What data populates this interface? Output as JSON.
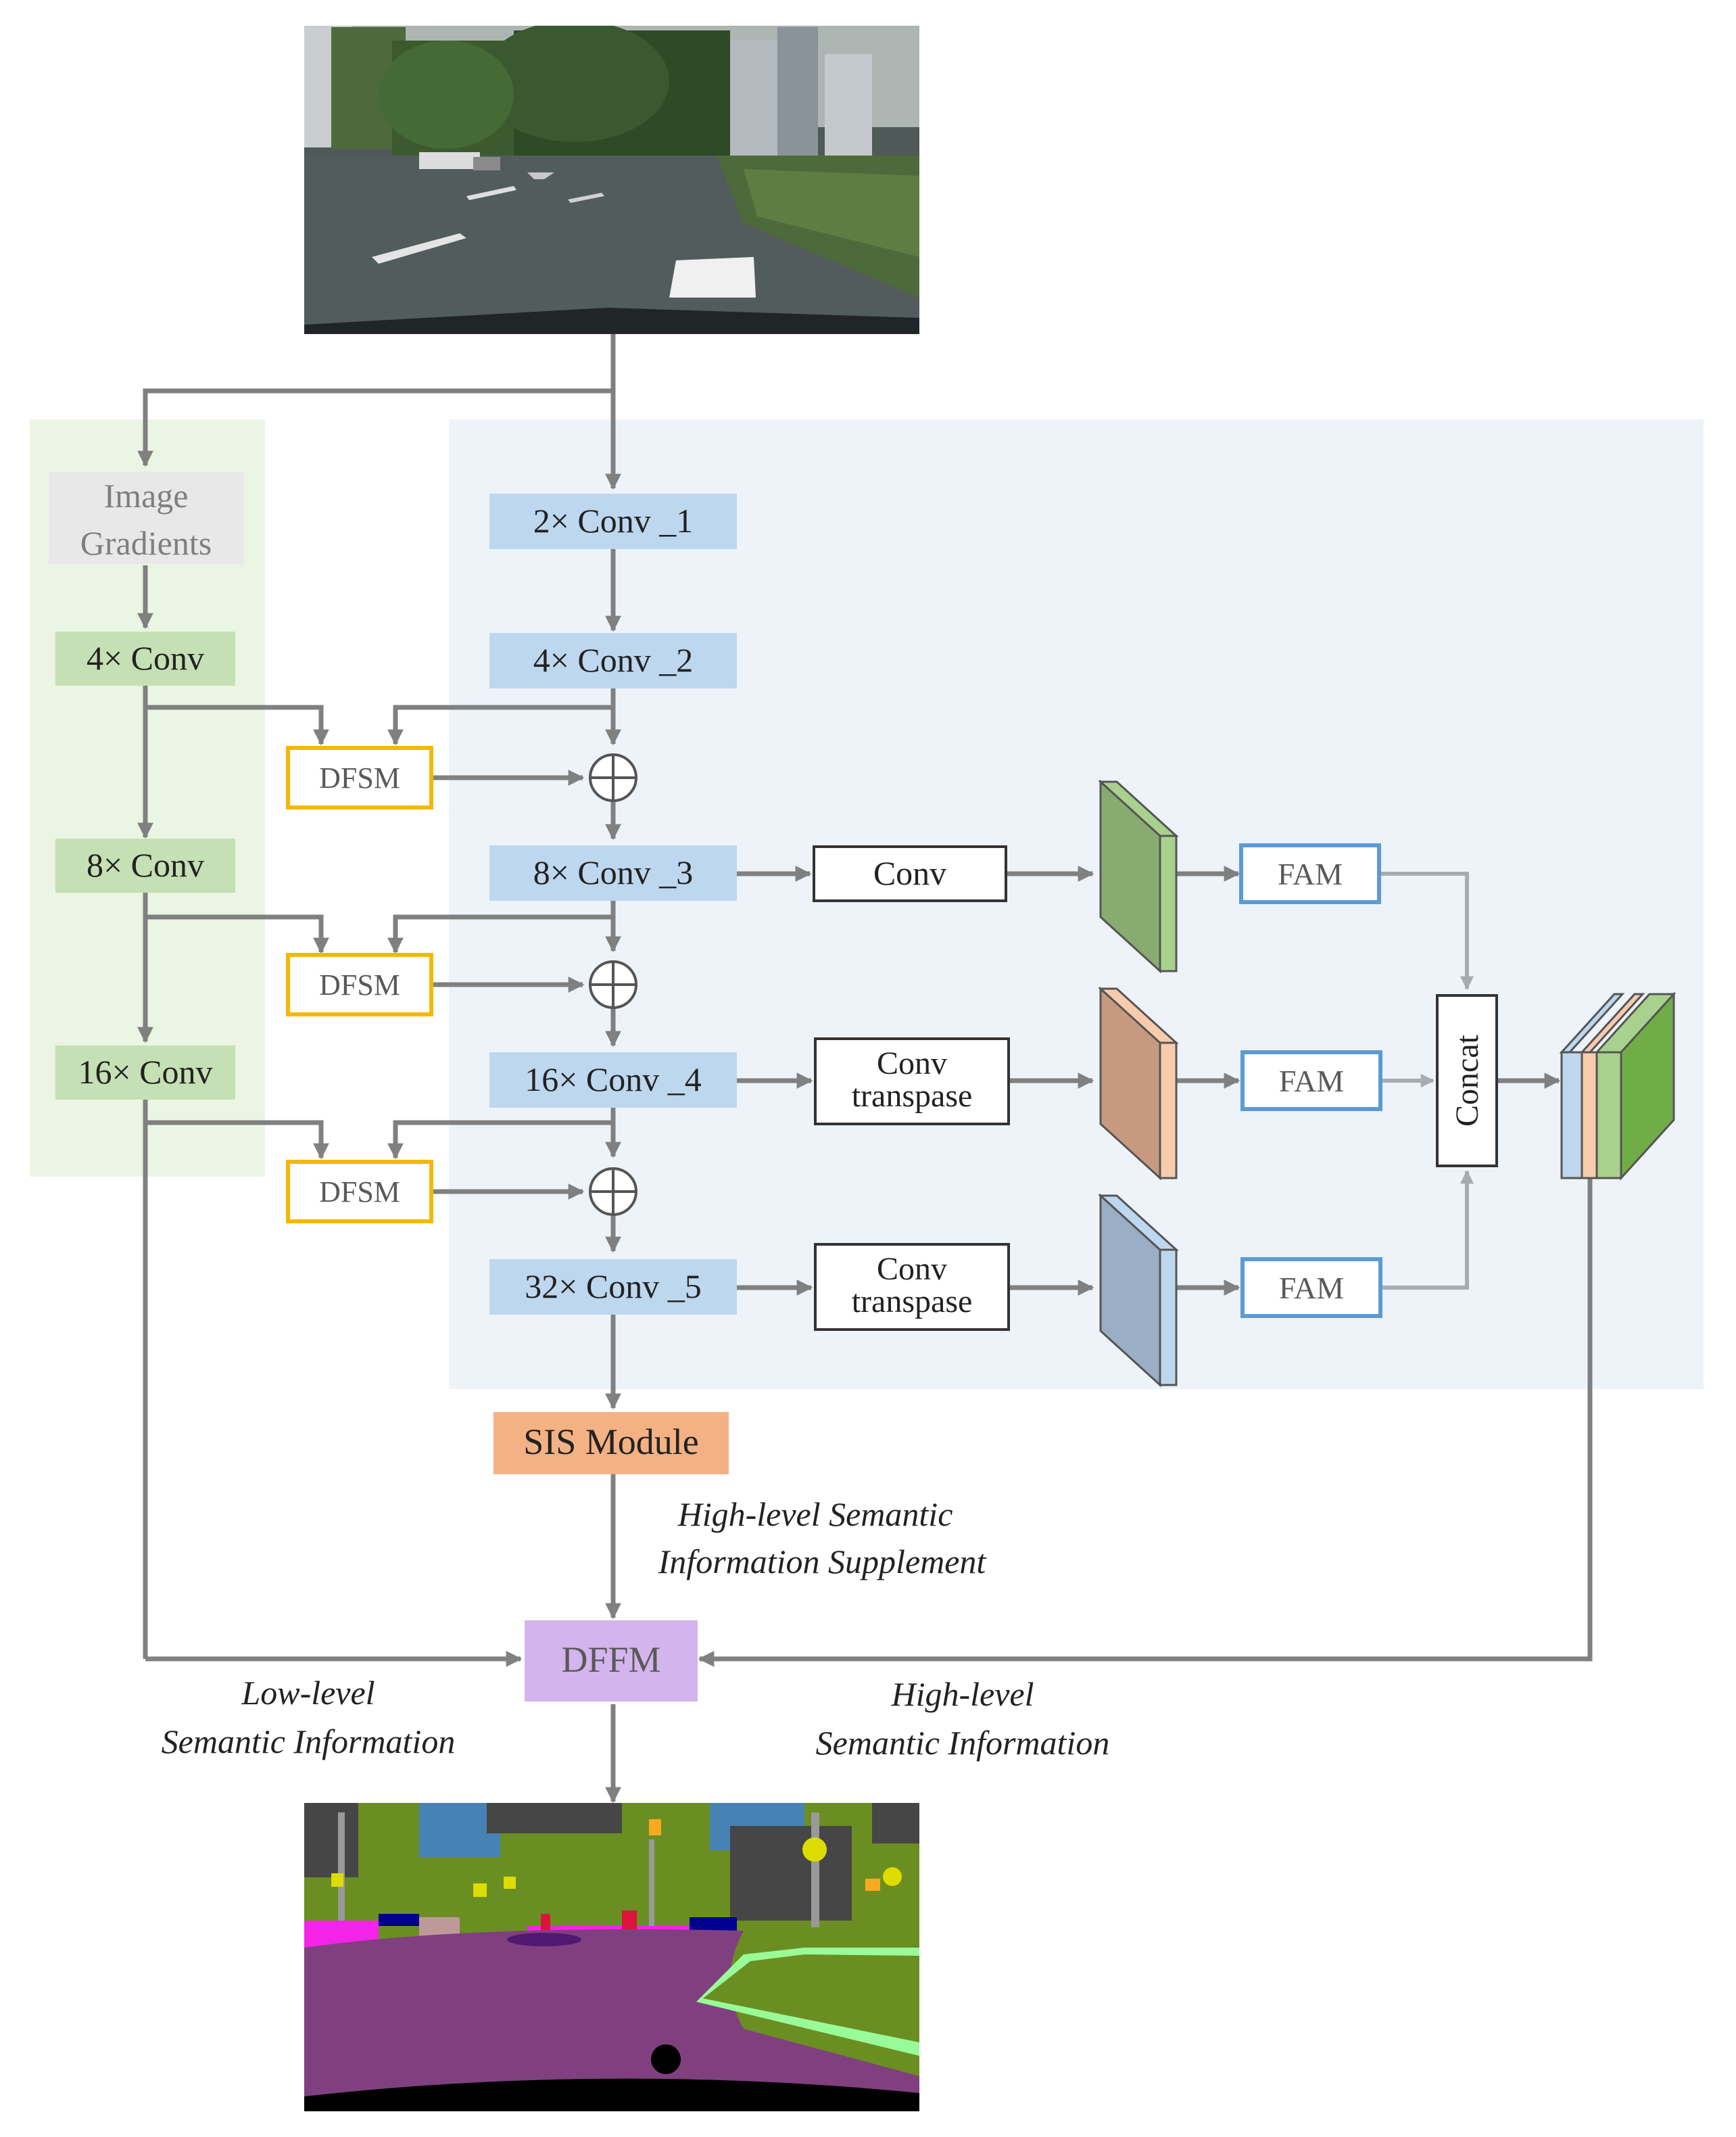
{
  "nodes": {
    "gradients_line1": "Image",
    "gradients_line2": "Gradients",
    "g_conv4": "4× Conv",
    "g_conv8": "8× Conv",
    "g_conv16": "16× Conv",
    "conv1": "2× Conv _1",
    "conv2": "4× Conv _2",
    "conv3": "8× Conv _3",
    "conv4": "16× Conv _4",
    "conv5": "32× Conv _5",
    "dfsm": "DFSM",
    "conv": "Conv",
    "convt_line1": "Conv",
    "convt_line2": "transpase",
    "fam": "FAM",
    "concat": "Concat",
    "sis": "SIS Module",
    "dffm": "DFFM"
  },
  "annotations": {
    "high_sis_line1": "High-level Semantic",
    "high_sis_line2": "Information Supplement",
    "low_line1": "Low-level",
    "low_line2": "Semantic Information",
    "high_line1": "High-level",
    "high_line2": "Semantic Information"
  },
  "colors": {
    "gradient_panel": "#eaf5e3",
    "encoder_panel": "#eef3fa",
    "gradient_box": "#e8e8e8",
    "green_box": "#c5e0b4",
    "blue_box": "#bdd7ee",
    "dfsm_border": "#f5b800",
    "fam_border": "#5b9bd5",
    "sis_box": "#f4b183",
    "dffm_box": "#d4b4ec",
    "arrow": "#808080",
    "feature_green": "#88ac70",
    "feature_orange": "#c79a80",
    "feature_blue": "#9aaec6"
  }
}
